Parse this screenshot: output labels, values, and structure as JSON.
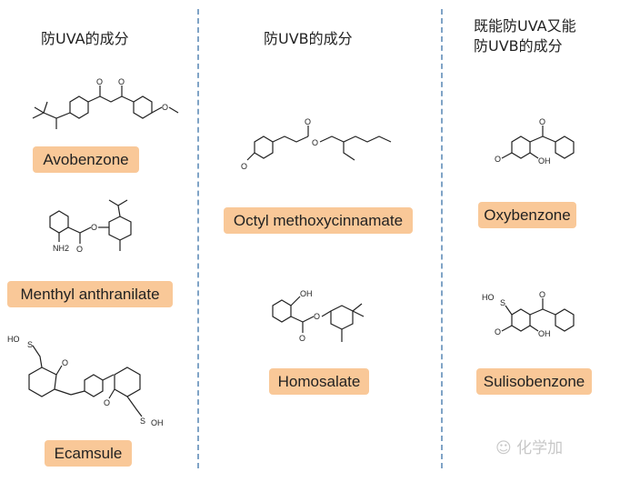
{
  "columns": [
    {
      "header": "防UVA的成分",
      "compounds": [
        "Avobenzone",
        "Menthyl anthranilate",
        "Ecamsule"
      ]
    },
    {
      "header": "防UVB的成分",
      "compounds": [
        "Octyl methoxycinnamate",
        "Homosalate"
      ]
    },
    {
      "header_line1": "既能防UVA又能",
      "header_line2": "防UVB的成分",
      "compounds": [
        "Oxybenzone",
        "Sulisobenzone"
      ]
    }
  ],
  "atoms": {
    "o": "O",
    "nh2": "NH2",
    "oh": "OH",
    "ho": "HO",
    "s": "S"
  },
  "watermark": "化学加",
  "colors": {
    "label_bg": "#f9c898",
    "divider": "#7fa3c6"
  }
}
